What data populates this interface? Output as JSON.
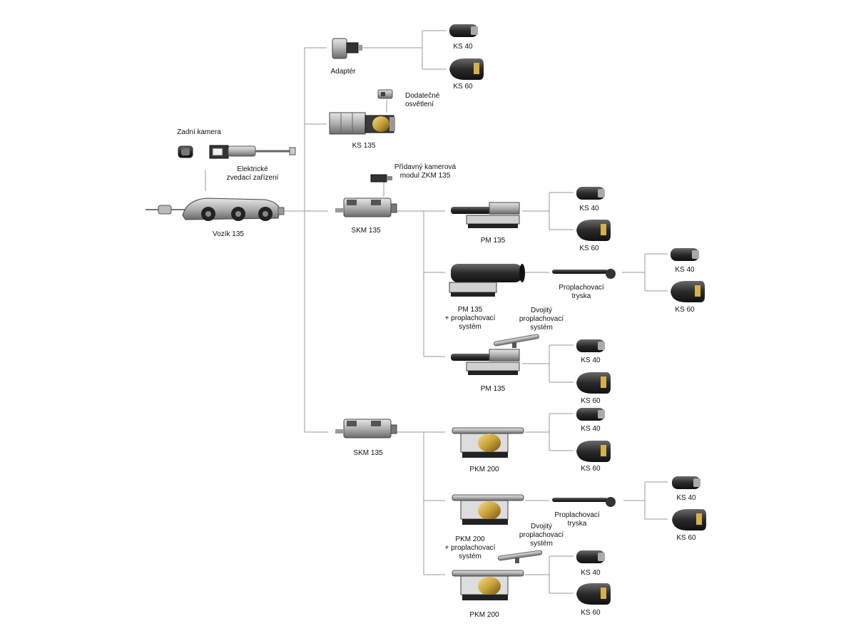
{
  "labels": {
    "vozik": "Vozík 135",
    "zadni_kamera": "Zadní kamera",
    "zvedaci": "Elektrické\nzvedací zařízení",
    "adapter": "Adaptér",
    "adapter_ks40": "KS 40",
    "adapter_ks60": "KS 60",
    "dodatecne": "Dodatečné\nosvětlení",
    "ks135": "KS 135",
    "pridavny": "Přídavný kamerová\nmodul ZKM 135",
    "skm1": "SKM 135",
    "pm1": "PM 135",
    "pm1_ks40": "KS 40",
    "pm1_ks60": "KS 60",
    "pm2": "PM 135\n+ proplachovací\nsystém",
    "tryska1": "Proplachovací\ntryska",
    "pm2_ks40": "KS 40",
    "pm2_ks60": "KS 60",
    "dvojity1": "Dvojitý\nproplachovací\nsystém",
    "pm3": "PM 135",
    "pm3_ks40": "KS 40",
    "pm3_ks60": "KS 60",
    "skm2": "SKM 135",
    "pkm1": "PKM 200",
    "pkm1_ks40": "KS 40",
    "pkm1_ks60": "KS 60",
    "pkm2": "PKM 200\n+ proplachovací\nsystém",
    "tryska2": "Proplachovací\ntryska",
    "pkm2_ks40": "KS 40",
    "pkm2_ks60": "KS 60",
    "dvojity2": "Dvojitý\nproplachovací\nsystém",
    "pkm3": "PKM 200",
    "pkm3_ks40": "KS 40",
    "pkm3_ks60": "KS 60"
  },
  "colors": {
    "line": "#9a9a9a",
    "metal": "#b9b9b9",
    "metal_dark": "#5a5a5a",
    "black": "#1c1c1c",
    "gold": "#c9a23a"
  }
}
